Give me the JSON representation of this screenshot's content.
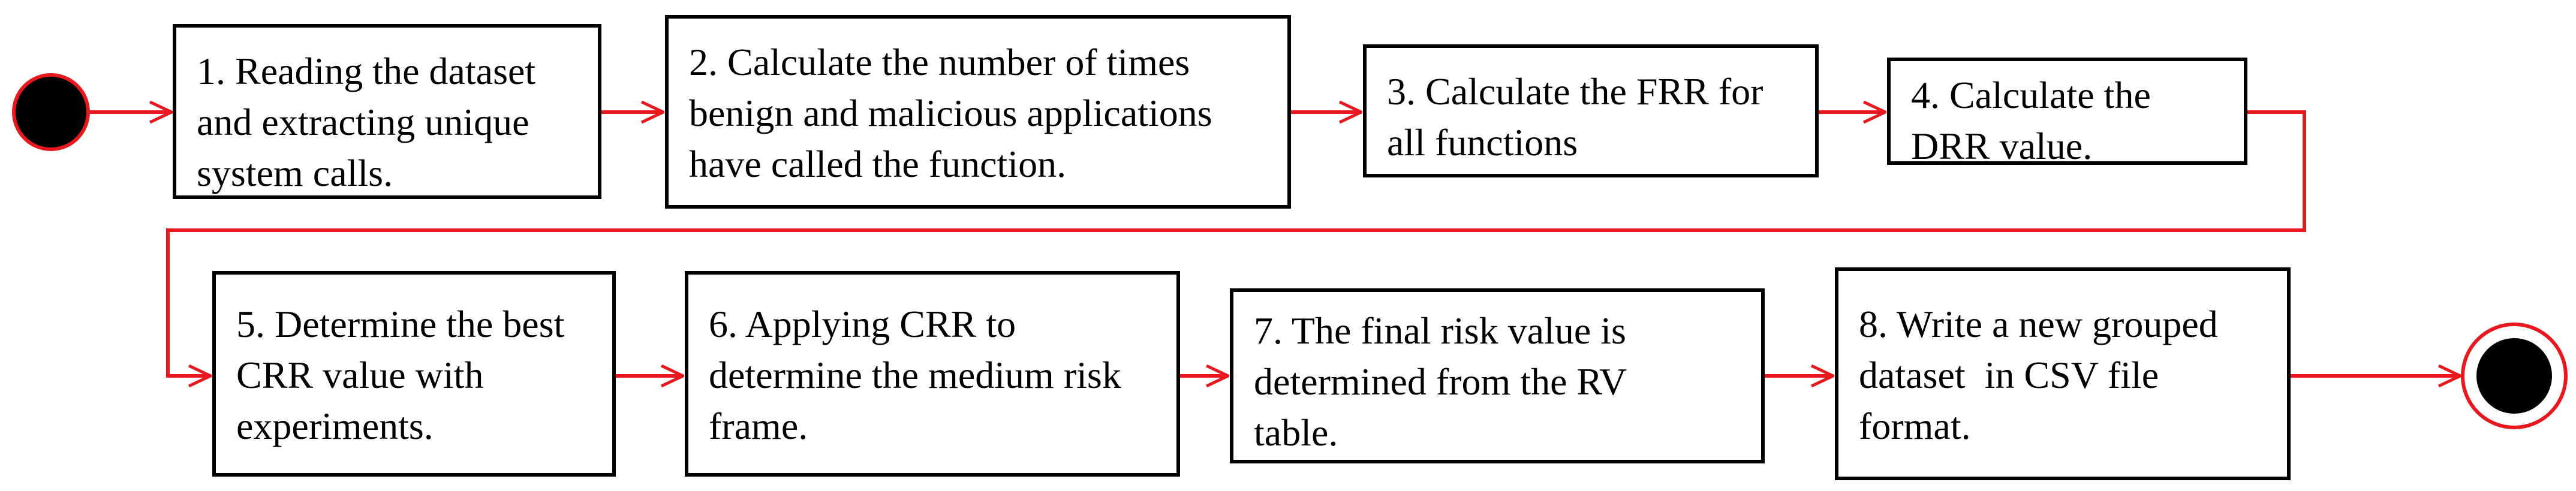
{
  "colors": {
    "arrow": "#e8181e",
    "node_fill": "#000000",
    "box_border": "#000000",
    "text": "#000000"
  },
  "start_node": {
    "type": "initial"
  },
  "end_node": {
    "type": "final"
  },
  "steps": [
    {
      "lines": [
        "1. Reading the dataset",
        "and extracting unique",
        "system calls."
      ]
    },
    {
      "lines": [
        "2. Calculate the number of times",
        "benign and malicious applications",
        "have called the function."
      ]
    },
    {
      "lines": [
        "3. Calculate the FRR for",
        "all functions"
      ]
    },
    {
      "lines": [
        "4. Calculate the",
        "DRR value."
      ]
    },
    {
      "lines": [
        "5. Determine the best",
        "CRR value with",
        "experiments."
      ]
    },
    {
      "lines": [
        "6. Applying CRR to",
        "determine the medium risk",
        "frame."
      ]
    },
    {
      "lines": [
        "7. The final risk value is",
        "determined from the RV",
        "table."
      ]
    },
    {
      "lines": [
        "8. Write a new grouped",
        "dataset  in CSV file",
        "format."
      ]
    }
  ]
}
